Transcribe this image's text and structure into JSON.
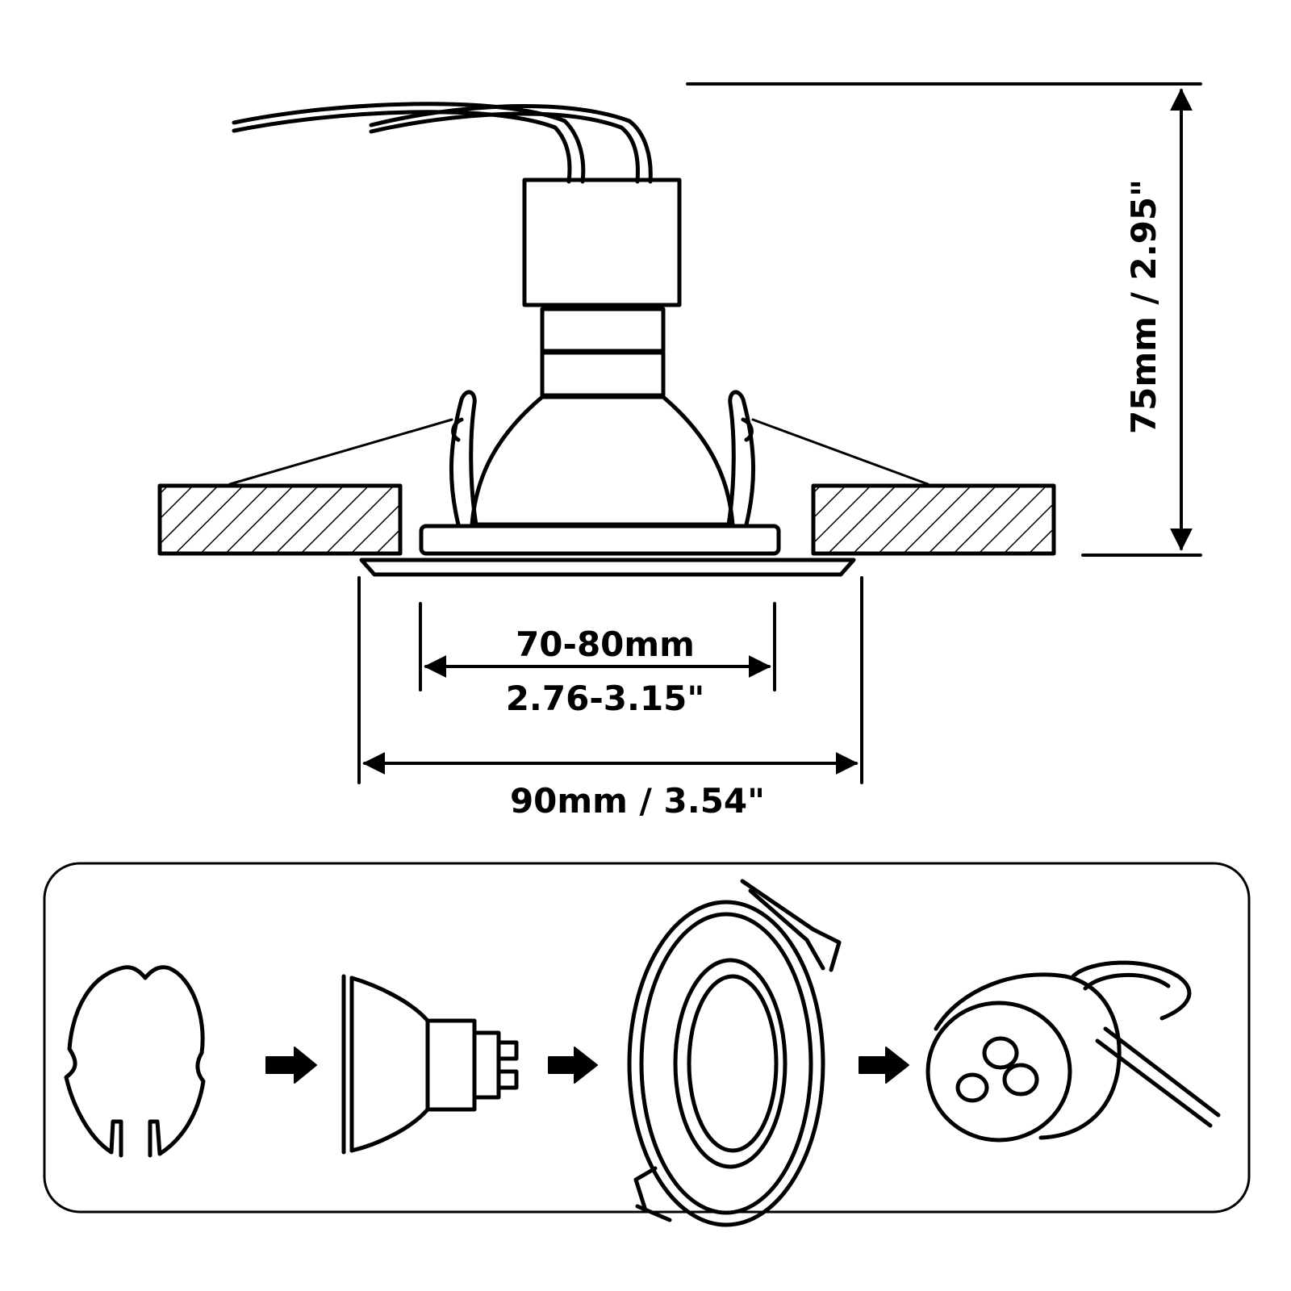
{
  "dimensions": {
    "cutout_mm": "70-80mm",
    "cutout_in": "2.76-3.15\"",
    "outer_diameter": "90mm / 3.54\"",
    "height": "75mm / 2.95\""
  },
  "assembly_steps": [
    {
      "part": "spring-clip-icon"
    },
    {
      "part": "gu10-bulb-icon"
    },
    {
      "part": "downlight-frame-icon"
    },
    {
      "part": "gu10-socket-icon"
    }
  ],
  "colors": {
    "line": "#000000",
    "background": "#ffffff"
  }
}
